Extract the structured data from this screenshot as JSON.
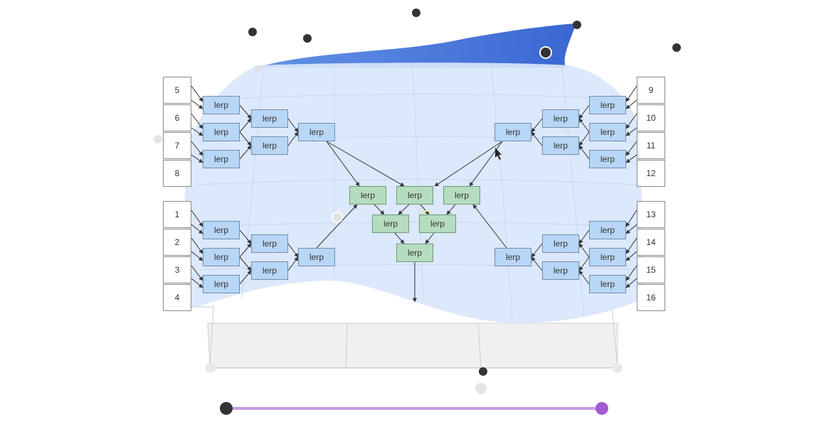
{
  "lerp_label": "lerp",
  "input_labels": [
    "1",
    "2",
    "3",
    "4",
    "5",
    "6",
    "7",
    "8",
    "9",
    "10",
    "11",
    "12",
    "13",
    "14",
    "15",
    "16"
  ],
  "colors": {
    "blue_node": "#b8d6f6",
    "green_node": "#b6dcbf",
    "surface_fill": "#d9e6fb",
    "surface_top": "#3d6fd6",
    "slider_track": "#c79be3",
    "slider_end": "#a25bd1",
    "control_point": "#333333"
  }
}
